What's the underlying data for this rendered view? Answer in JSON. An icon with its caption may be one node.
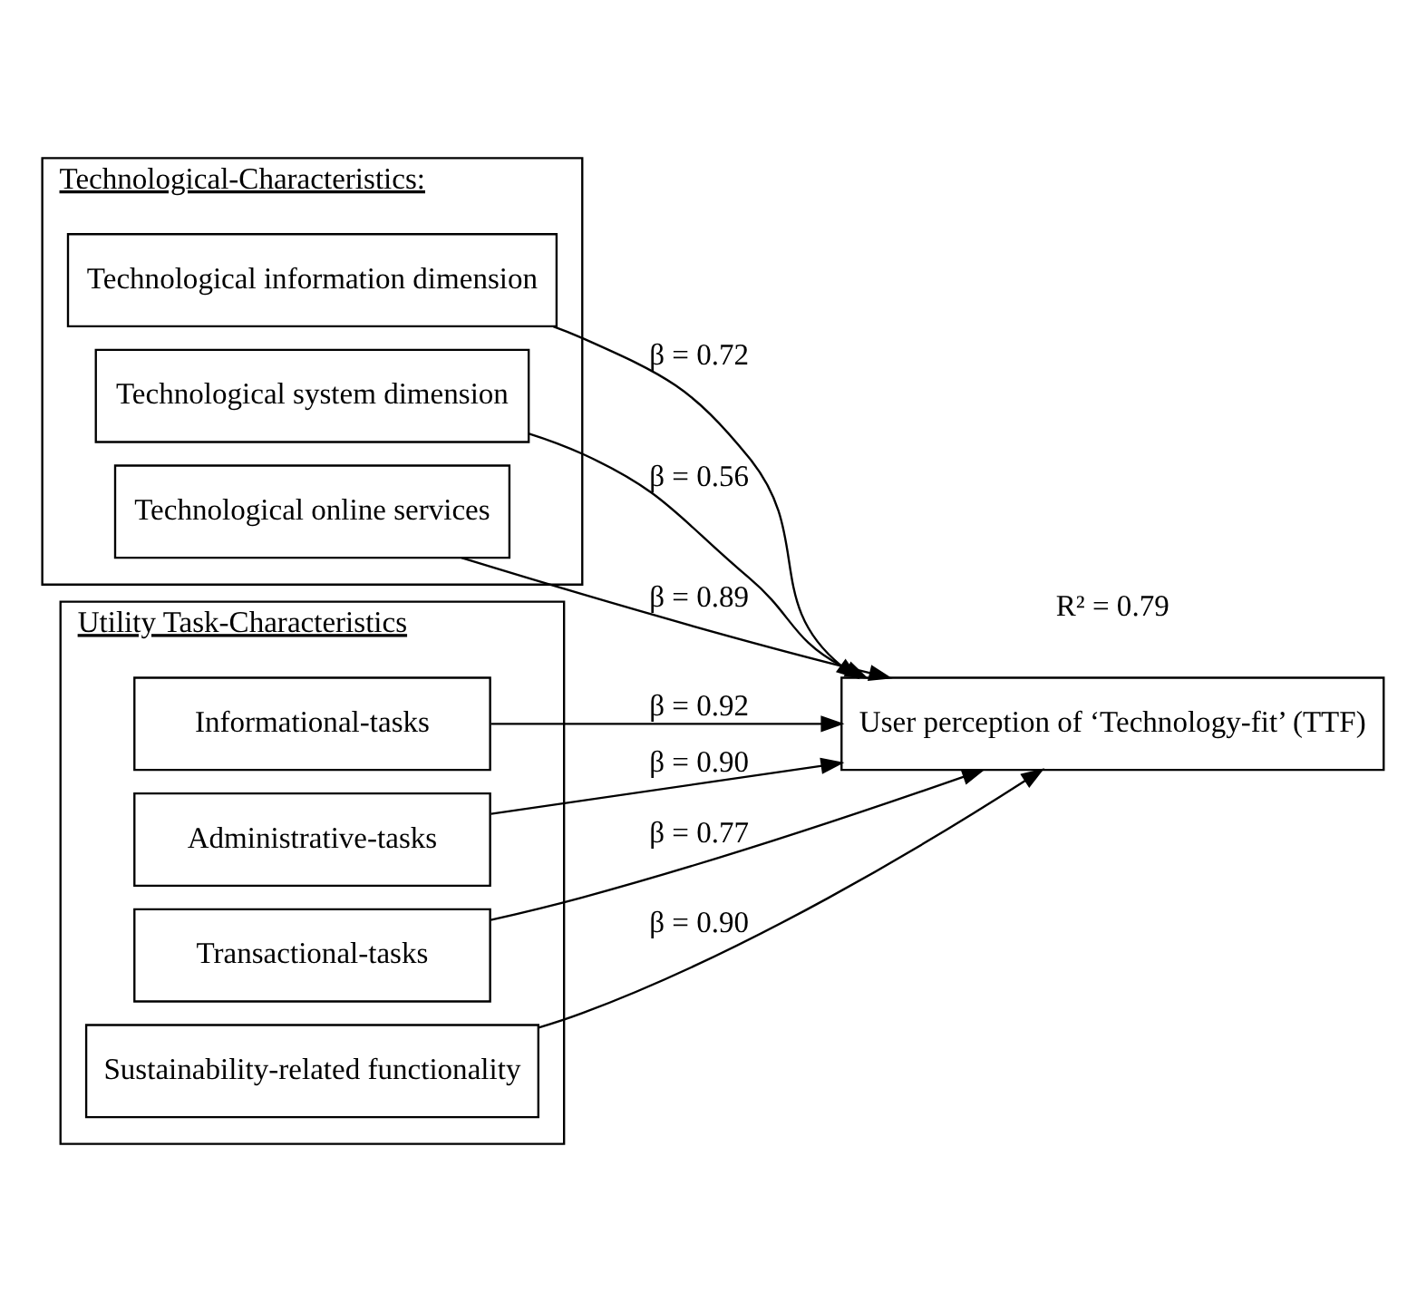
{
  "diagram": {
    "nodes": [
      {
        "text": [
          "Technological-Characteristics:"
        ]
      },
      {
        "text": [
          "Technological information dimension"
        ],
        "in": 0
      },
      {
        "text": [
          "Technological system dimension"
        ],
        "in": 0
      },
      {
        "text": [
          "Technological online services"
        ],
        "in": 0
      },
      {
        "text": [
          "Utility Task-Characteristics"
        ]
      },
      {
        "text": [
          "Informational-tasks"
        ],
        "in": 4
      },
      {
        "text": [
          "Administrative-tasks"
        ],
        "in": 4
      },
      {
        "text": [
          "Transactional-tasks"
        ],
        "in": 4
      },
      {
        "text": [
          "Sustainability-related functionality"
        ],
        "in": 4
      },
      {
        "text": [
          "User perception of ‘Technology-fit’ (TTF)"
        ]
      }
    ],
    "edges": [
      {
        "from": 1,
        "to": 9,
        "arrow": "to",
        "label": "β = 0.72"
      },
      {
        "from": 2,
        "to": 9,
        "arrow": "to",
        "label": "β = 0.56"
      },
      {
        "from": 3,
        "to": 9,
        "arrow": "to",
        "label": "β = 0.89"
      },
      {
        "from": 5,
        "to": 9,
        "arrow": "to",
        "label": "β = 0.92"
      },
      {
        "from": 6,
        "to": 9,
        "arrow": "to",
        "label": "β = 0.90"
      },
      {
        "from": 7,
        "to": 9,
        "arrow": "to",
        "label": "β = 0.77"
      },
      {
        "from": 8,
        "to": 9,
        "arrow": "to",
        "label": "β = 0.90"
      }
    ],
    "labels": [
      "R² = 0.79"
    ]
  }
}
